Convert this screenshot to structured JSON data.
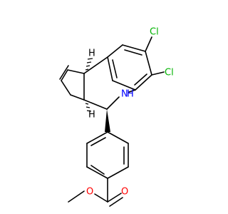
{
  "molecule": {
    "atoms": {
      "cl_top": "Cl",
      "cl_right": "Cl",
      "nh_n": "N",
      "nh_h": "H",
      "ester_o_carbonyl": "O",
      "ester_o_ether": "O",
      "stereo_h_upper": "H",
      "stereo_h_lower": "H"
    },
    "colors": {
      "bond": "#000000",
      "chlorine": "#00b300",
      "nitrogen": "#0000ff",
      "oxygen": "#ff0000",
      "hydrogen_stereo": "#000000"
    }
  }
}
